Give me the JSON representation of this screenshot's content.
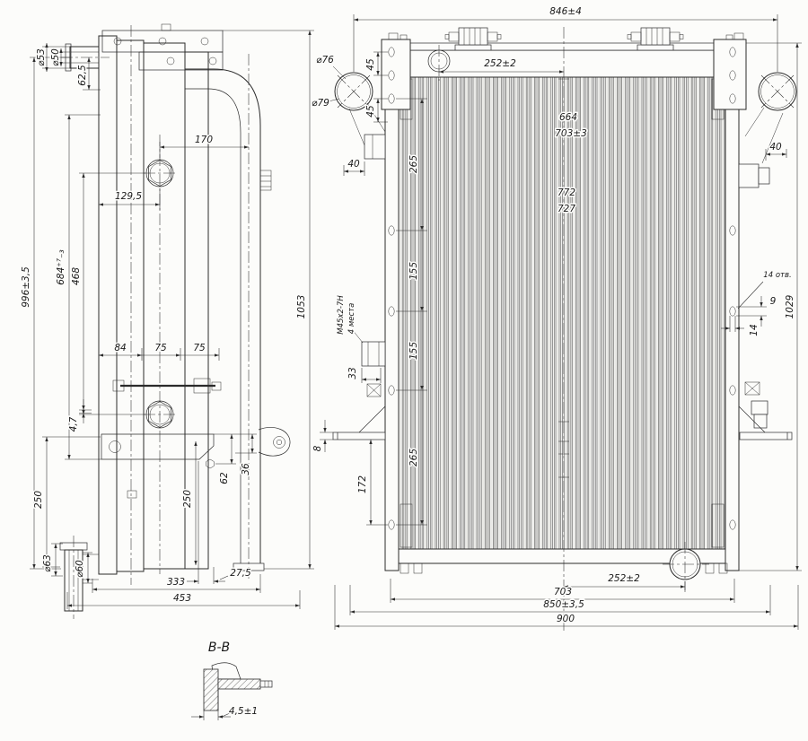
{
  "drawing_meta": {
    "paper_color": "#fcfcfa",
    "ink_color": "#2b2b2b"
  },
  "section": {
    "title": "В-В",
    "dim_thickness": "4,5±1"
  },
  "side_view": {
    "d53": "⌀53",
    "d50": "⌀50",
    "d62_5": "62,5",
    "d129_5": "129,5",
    "d170": "170",
    "d684": "684⁺⁷₋₃",
    "d468": "468",
    "d996": "996±3,5",
    "d1053": "1053",
    "d84": "84",
    "d75a": "75",
    "d75b": "75",
    "d4_7": "4,7",
    "d250a": "250",
    "d250b": "250",
    "d62": "62",
    "d36": "36",
    "d27_5": "27,5",
    "d333": "333",
    "d453": "453",
    "d63": "⌀63",
    "d60": "⌀60"
  },
  "front_view": {
    "w846": "846±4",
    "w252_top": "252±2",
    "d76": "⌀76",
    "d79": "⌀79",
    "d45a": "45",
    "d45b": "45",
    "d40_left": "40",
    "d40_right": "40",
    "c664": "664",
    "c703": "703±3",
    "c772": "772",
    "c727": "727",
    "s265a": "265",
    "s155a": "155",
    "s155b": "155",
    "s265b": "265",
    "s172": "172",
    "thread": "М45х2-7Н",
    "thread_note": "4 места",
    "d33": "33",
    "d8": "8",
    "holes": "14 отв.",
    "slot9": "9",
    "slot14": "14",
    "h1029": "1029",
    "w252_bot": "252±2",
    "w703": "703",
    "w850": "850±3,5",
    "w900": "900"
  }
}
